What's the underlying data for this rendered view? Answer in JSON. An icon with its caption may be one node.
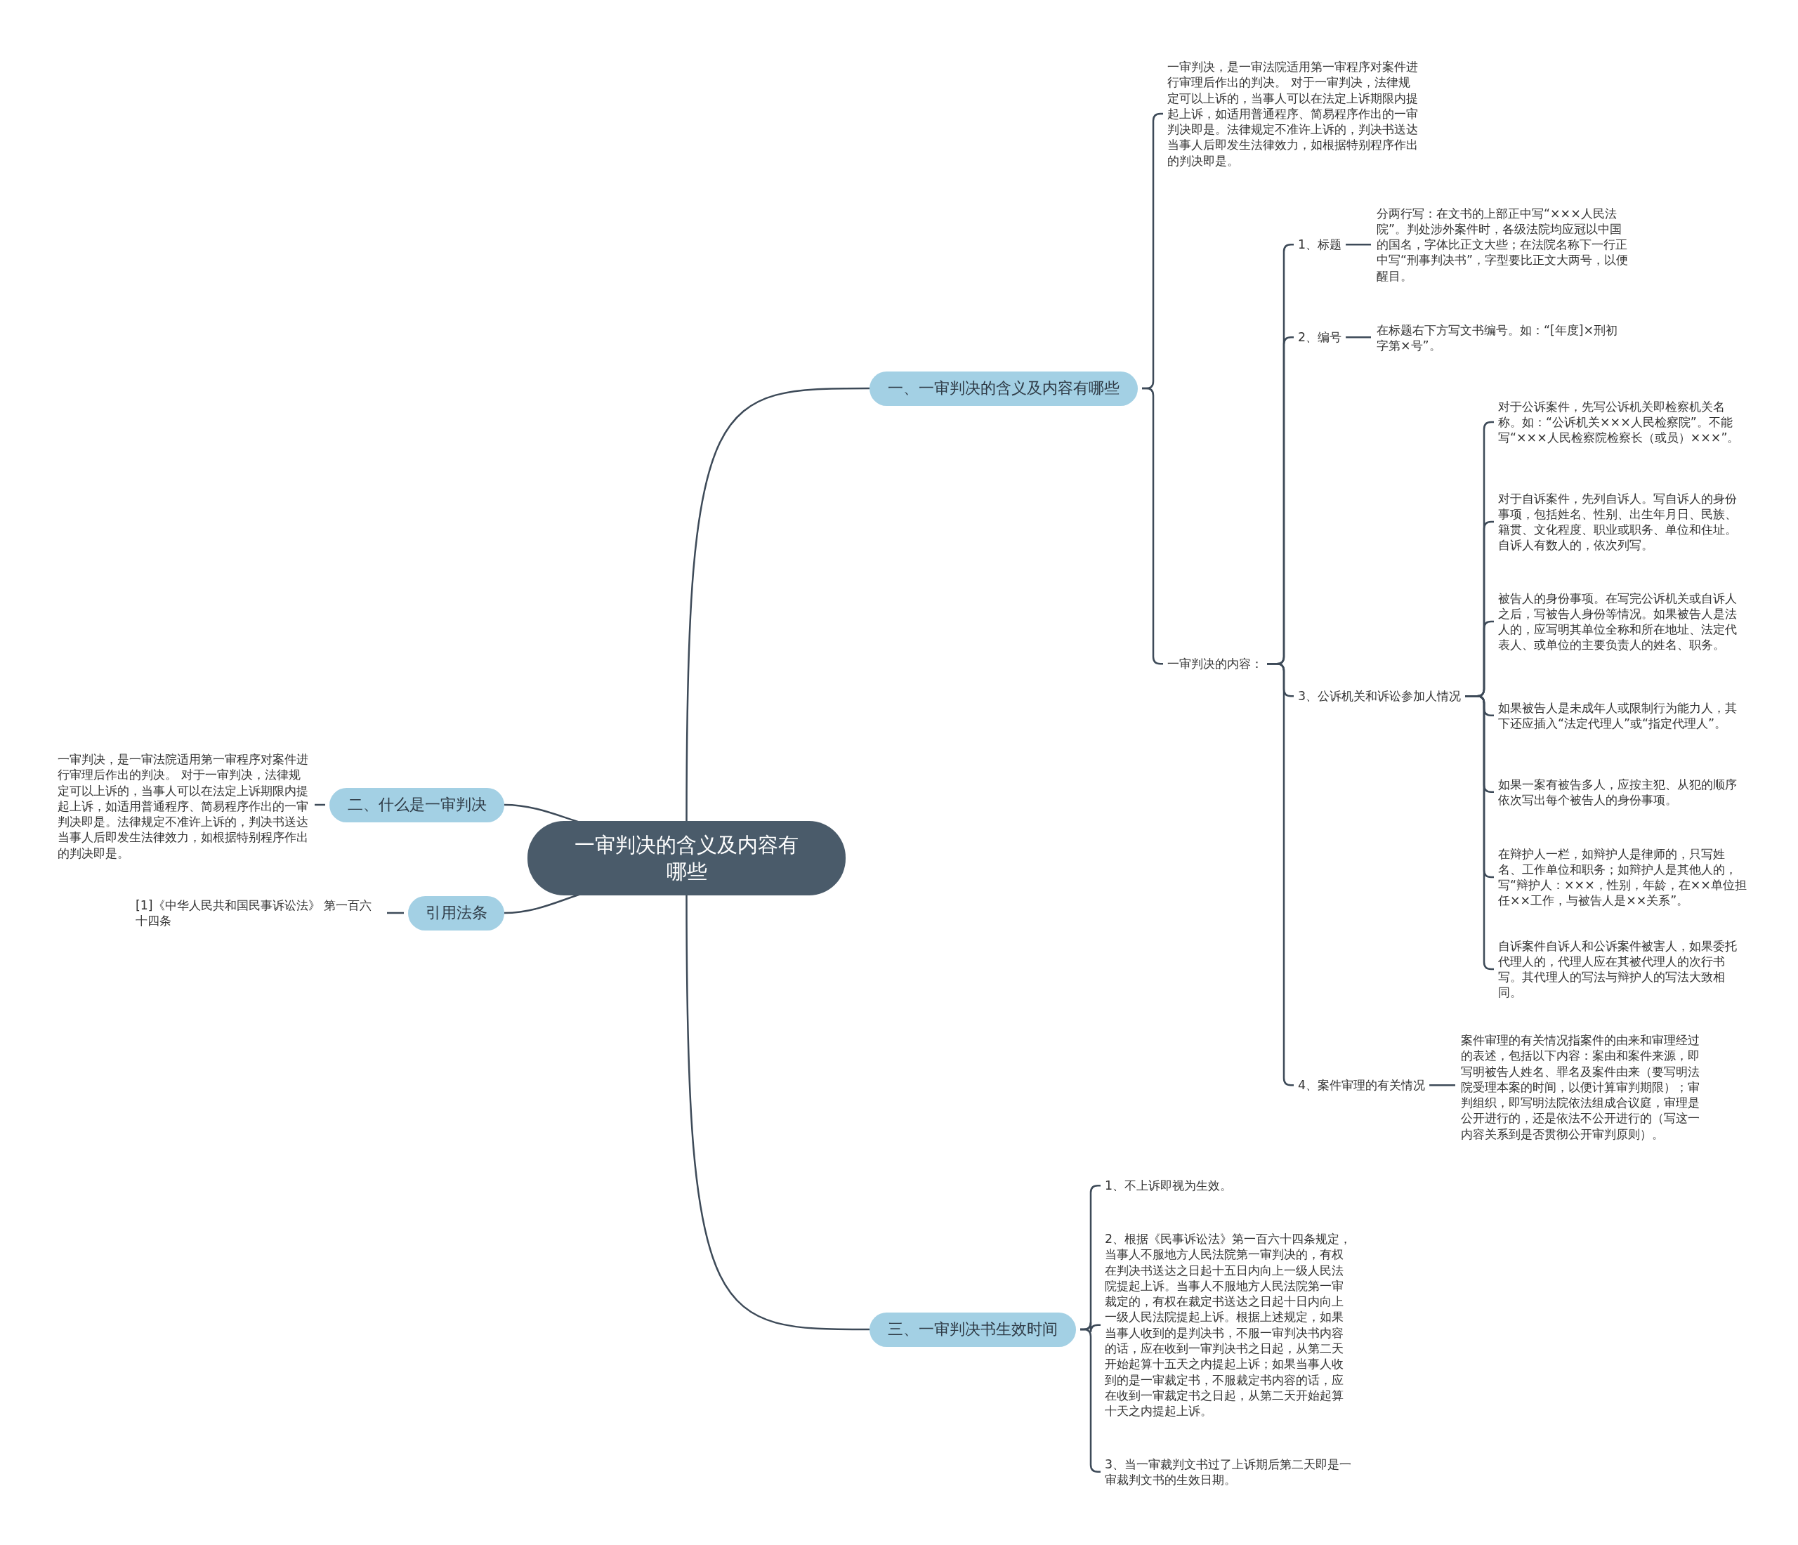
{
  "diagram": {
    "nodes": [
      {
        "text": [
          "一审判决的含义及内容有哪些"
        ]
      },
      {
        "text": [
          "一、一审判决的含义及内容有哪些"
        ]
      },
      {
        "text": [
          "一审判决，是一审法院适用第一审程序对案件进行审理后作出的判决。 对于一审判决，法律规定可以上诉的，当事人可以在法定上诉期限内提起上诉，如适用普通程序、简易程序作出的一审判决即是。法律规定不准许上诉的，判决书送达当事人后即发生法律效力，如根据特别程序作出的判决即是。"
        ]
      },
      {
        "text": [
          "一审判决的内容："
        ]
      },
      {
        "text": [
          "1、标题"
        ]
      },
      {
        "text": [
          "分两行写：在文书的上部正中写“×××人民法院”。判处涉外案件时，各级法院均应冠以中国的国名，字体比正文大些；在法院名称下一行正中写“刑事判决书”，字型要比正文大两号，以便醒目。"
        ]
      },
      {
        "text": [
          "2、编号"
        ]
      },
      {
        "text": [
          "在标题右下方写文书编号。如：“[年度]×刑初字第×号”。"
        ]
      },
      {
        "text": [
          "3、公诉机关和诉讼参加人情况"
        ]
      },
      {
        "text": [
          "对于公诉案件，先写公诉机关即检察机关名称。如：“公诉机关×××人民检察院”。不能写“×××人民检察院检察长（或员）×××”。"
        ]
      },
      {
        "text": [
          "对于自诉案件，先列自诉人。写自诉人的身份事项，包括姓名、性别、出生年月日、民族、籍贯、文化程度、职业或职务、单位和住址。自诉人有数人的，依次列写。"
        ]
      },
      {
        "text": [
          "被告人的身份事项。在写完公诉机关或自诉人之后，写被告人身份等情况。如果被告人是法人的，应写明其单位全称和所在地址、法定代表人、或单位的主要负责人的姓名、职务。"
        ]
      },
      {
        "text": [
          "如果被告人是未成年人或限制行为能力人，其下还应插入“法定代理人”或“指定代理人”。"
        ]
      },
      {
        "text": [
          "如果一案有被告多人，应按主犯、从犯的顺序依次写出每个被告人的身份事项。"
        ]
      },
      {
        "text": [
          "在辩护人一栏，如辩护人是律师的，只写姓名、工作单位和职务；如辩护人是其他人的，写“辩护人：×××，性别，年龄，在××单位担任××工作，与被告人是××关系”。"
        ]
      },
      {
        "text": [
          "自诉案件自诉人和公诉案件被害人，如果委托代理人的，代理人应在其被代理人的次行书写。其代理人的写法与辩护人的写法大致相同。"
        ]
      },
      {
        "text": [
          "4、案件审理的有关情况"
        ]
      },
      {
        "text": [
          "案件审理的有关情况指案件的由来和审理经过的表述，包括以下内容：案由和案件来源，即写明被告人姓名、罪名及案件由来（要写明法院受理本案的时间，以便计算审判期限）；审判组织，即写明法院依法组成合议庭，审理是公开进行的，还是依法不公开进行的（写这一内容关系到是否贯彻公开审判原则）。"
        ]
      },
      {
        "text": [
          "三、一审判决书生效时间"
        ]
      },
      {
        "text": [
          "1、不上诉即视为生效。"
        ]
      },
      {
        "text": [
          "2、根据《民事诉讼法》第一百六十四条规定，当事人不服地方人民法院第一审判决的，有权在判决书送达之日起十五日内向上一级人民法院提起上诉。当事人不服地方人民法院第一审裁定的，有权在裁定书送达之日起十日内向上一级人民法院提起上诉。根据上述规定，如果当事人收到的是判决书，不服一审判决书内容的话，应在收到一审判决书之日起，从第二天开始起算十五天之内提起上诉；如果当事人收到的是一审裁定书，不服裁定书内容的话，应在收到一审裁定书之日起，从第二天开始起算十天之内提起上诉。"
        ]
      },
      {
        "text": [
          "3、当一审裁判文书过了上诉期后第二天即是一审裁判文书的生效日期。"
        ]
      },
      {
        "text": [
          "二、什么是一审判决"
        ]
      },
      {
        "text": [
          "一审判决，是一审法院适用第一审程序对案件进行审理后作出的判决。 对于一审判决，法律规定可以上诉的，当事人可以在法定上诉期限内提起上诉，如适用普通程序、简易程序作出的一审判决即是。法律规定不准许上诉的，判决书送达当事人后即发生法律效力，如根据特别程序作出的判决即是。"
        ]
      },
      {
        "text": [
          "引用法条"
        ]
      },
      {
        "text": [
          "[1]《中华人民共和国民事诉讼法》 第一百六十四条"
        ]
      }
    ],
    "edges": [
      {
        "from": 0,
        "to": 1,
        "arrow": "none"
      },
      {
        "from": 1,
        "to": 2,
        "arrow": "none"
      },
      {
        "from": 1,
        "to": 3,
        "arrow": "none"
      },
      {
        "from": 3,
        "to": 4,
        "arrow": "none"
      },
      {
        "from": 4,
        "to": 5,
        "arrow": "none"
      },
      {
        "from": 3,
        "to": 6,
        "arrow": "none"
      },
      {
        "from": 6,
        "to": 7,
        "arrow": "none"
      },
      {
        "from": 3,
        "to": 8,
        "arrow": "none"
      },
      {
        "from": 8,
        "to": 9,
        "arrow": "none"
      },
      {
        "from": 8,
        "to": 10,
        "arrow": "none"
      },
      {
        "from": 8,
        "to": 11,
        "arrow": "none"
      },
      {
        "from": 8,
        "to": 12,
        "arrow": "none"
      },
      {
        "from": 8,
        "to": 13,
        "arrow": "none"
      },
      {
        "from": 8,
        "to": 14,
        "arrow": "none"
      },
      {
        "from": 8,
        "to": 15,
        "arrow": "none"
      },
      {
        "from": 3,
        "to": 16,
        "arrow": "none"
      },
      {
        "from": 16,
        "to": 17,
        "arrow": "none"
      },
      {
        "from": 0,
        "to": 18,
        "arrow": "none"
      },
      {
        "from": 18,
        "to": 19,
        "arrow": "none"
      },
      {
        "from": 18,
        "to": 20,
        "arrow": "none"
      },
      {
        "from": 18,
        "to": 21,
        "arrow": "none"
      },
      {
        "from": 0,
        "to": 22,
        "arrow": "none"
      },
      {
        "from": 22,
        "to": 23,
        "arrow": "none"
      },
      {
        "from": 0,
        "to": 24,
        "arrow": "none"
      },
      {
        "from": 24,
        "to": 25,
        "arrow": "none"
      }
    ]
  }
}
